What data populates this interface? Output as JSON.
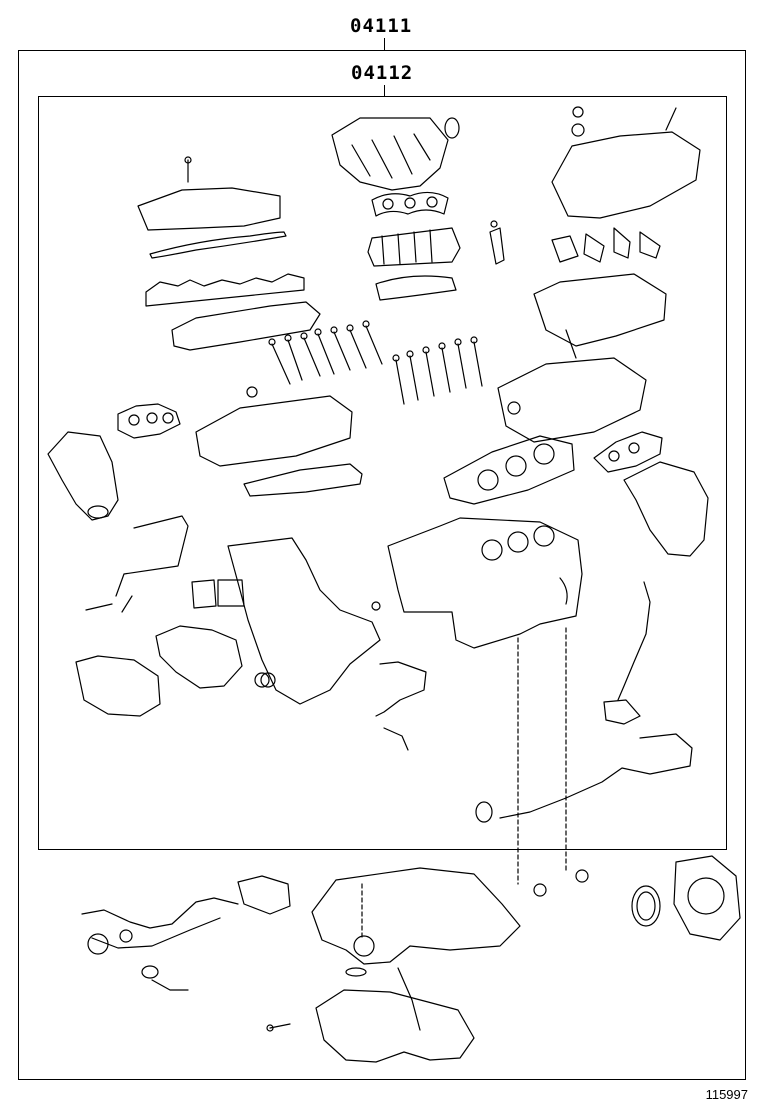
{
  "labels": {
    "assembly_outer": "04111",
    "assembly_inner": "04112"
  },
  "figure_number": "115997",
  "colors": {
    "line": "#000000",
    "background": "#ffffff"
  }
}
